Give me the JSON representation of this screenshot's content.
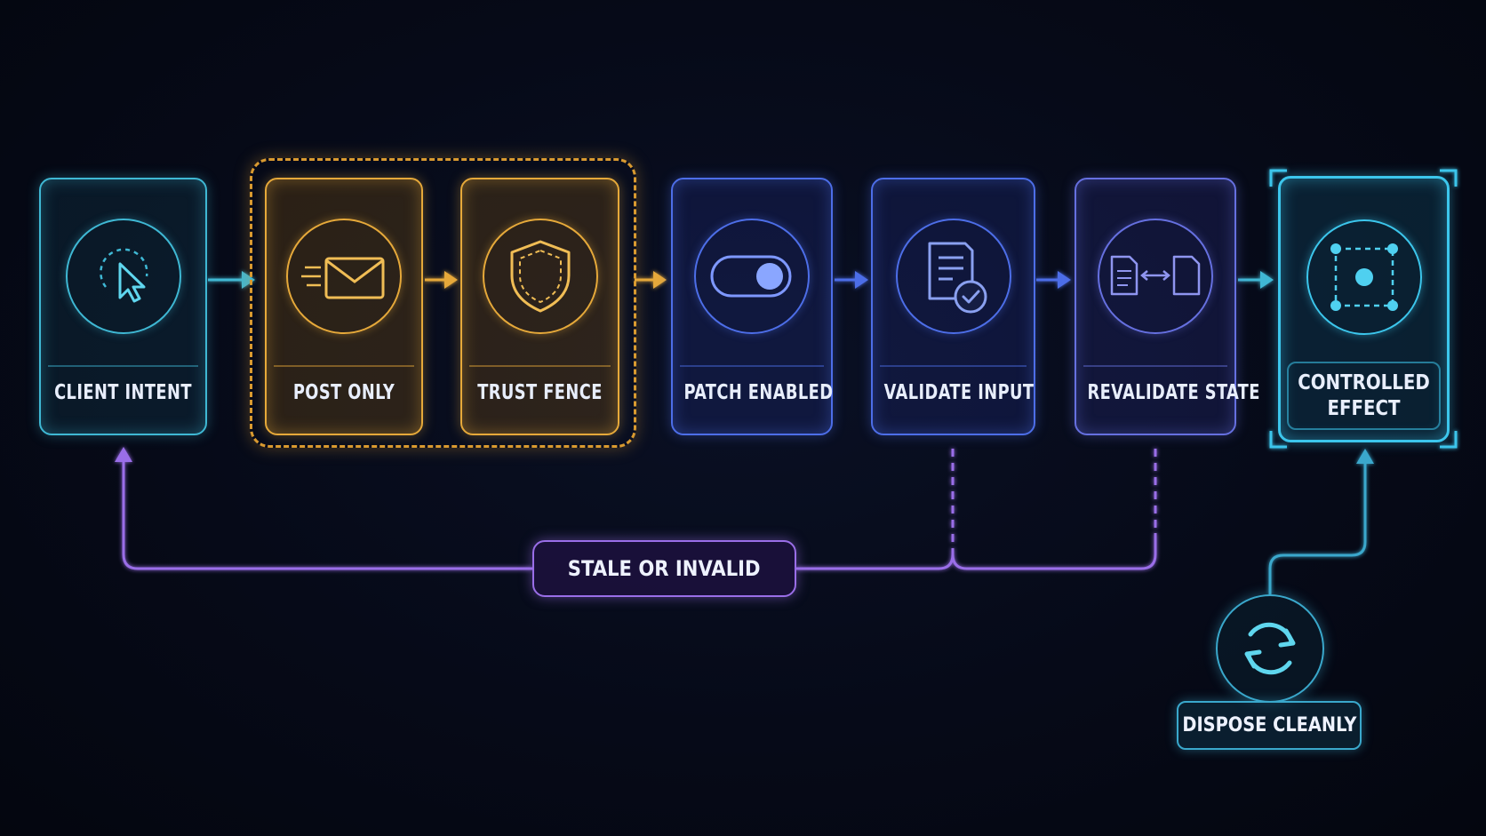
{
  "steps": [
    {
      "id": "client-intent",
      "label": "CLIENT INTENT",
      "icon": "cursor-icon"
    },
    {
      "id": "post-only",
      "label": "POST ONLY",
      "icon": "envelope-icon"
    },
    {
      "id": "trust-fence",
      "label": "TRUST FENCE",
      "icon": "shield-icon"
    },
    {
      "id": "patch-enabled",
      "label": "PATCH ENABLED",
      "icon": "toggle-icon"
    },
    {
      "id": "validate-input",
      "label": "VALIDATE INPUT",
      "icon": "document-check-icon"
    },
    {
      "id": "revalidate-state",
      "label": "REVALIDATE STATE",
      "icon": "document-compare-icon"
    },
    {
      "id": "controlled-effect",
      "label_lines": [
        "CONTROLLED",
        "EFFECT"
      ],
      "icon": "target-square-icon"
    }
  ],
  "feedback": {
    "label": "STALE OR INVALID"
  },
  "cleanup": {
    "label": "DISPOSE CLEANLY",
    "icon": "refresh-icon"
  },
  "colors": {
    "teal": "#3fb8d4",
    "gold": "#e6a93a",
    "blue": "#4d6ee8",
    "indigo": "#6670e0",
    "cyan": "#3cc6ec",
    "violet": "#9a6ee8"
  }
}
